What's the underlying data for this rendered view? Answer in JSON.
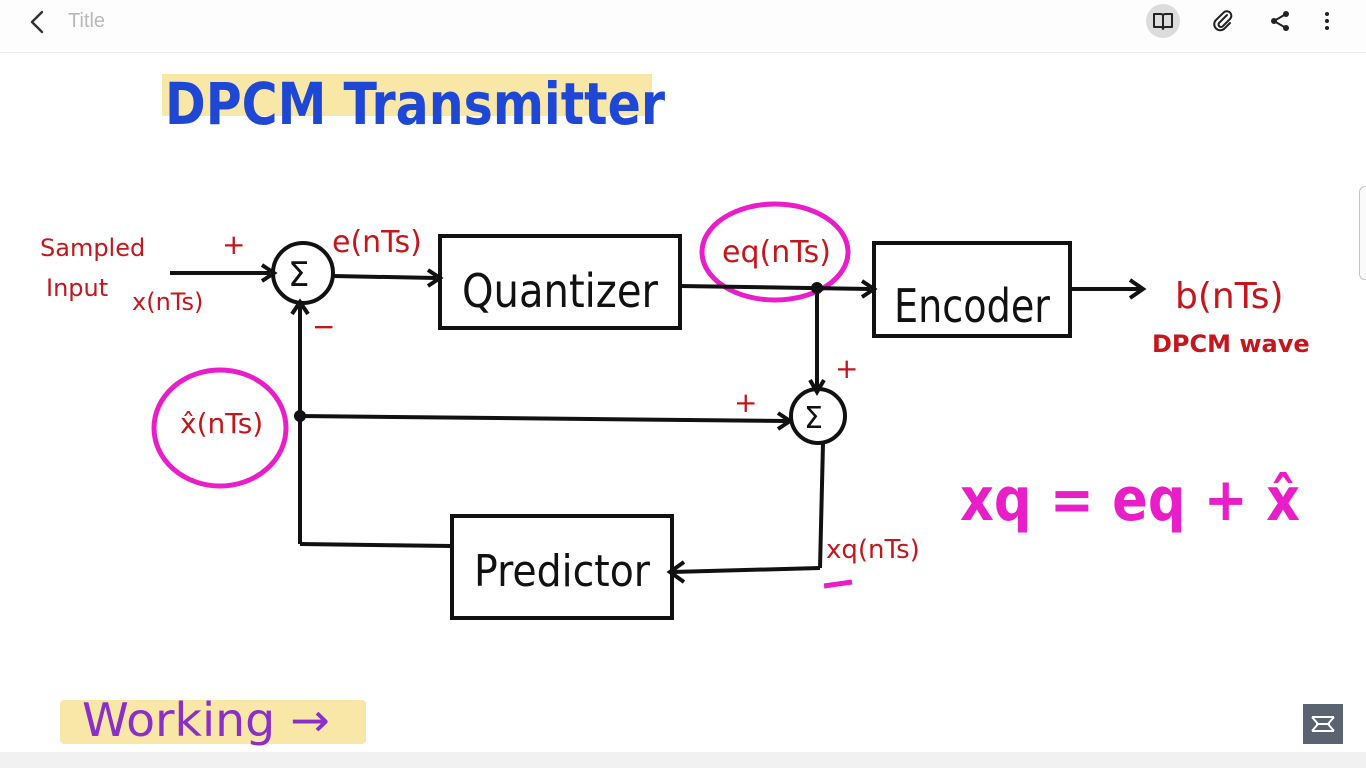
{
  "header": {
    "title_placeholder": "Title",
    "icons": [
      "back-chevron-icon",
      "book-view-icon",
      "attach-icon",
      "share-icon",
      "more-vertical-icon"
    ]
  },
  "note": {
    "heading": "DPCM Transmitter",
    "input_label_line1": "Sampled",
    "input_label_line2": "Input",
    "input_signal": "x(nTs)",
    "plus_input": "+",
    "minus_feedback": "−",
    "error_signal": "e(nTs)",
    "quantizer_label": "Quantizer",
    "quantized_error": "eq(nTs)",
    "encoder_label": "Encoder",
    "output_signal": "b(nTs)",
    "output_caption": "DPCM wave",
    "sum_symbol": "Σ",
    "plus_top": "+",
    "plus_left": "+",
    "predicted_signal": "x̂(nTs)",
    "predictor_label": "Predictor",
    "quantized_signal": "xq(nTs)",
    "equation": "xq = eq + x̂",
    "working_label": "Working →"
  },
  "colors": {
    "heading_blue": "#1f47d6",
    "highlight_yellow": "#f9e7a8",
    "label_red": "#c4161c",
    "magenta": "#e91ec8",
    "working_purple": "#8b2fc9",
    "ink": "#111111"
  }
}
